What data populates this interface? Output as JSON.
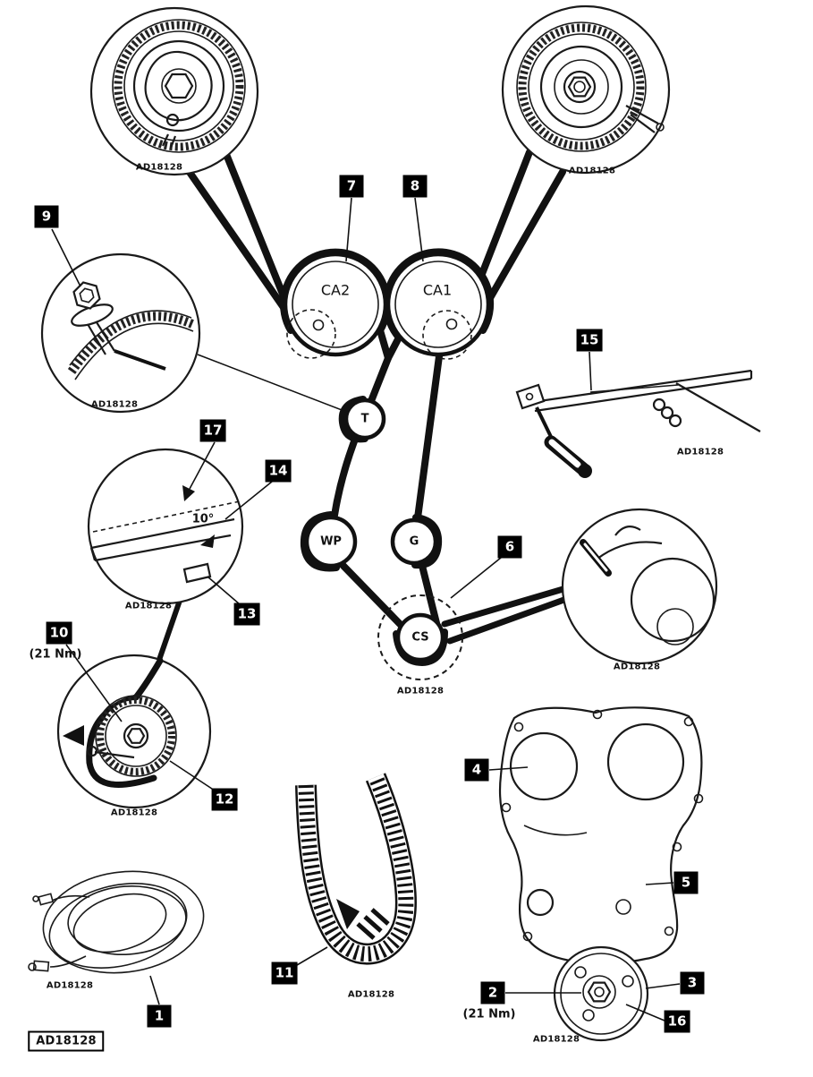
{
  "diagram": {
    "code": "AD18128",
    "angle_label": "10°",
    "torque_upper": "(21 Nm)",
    "torque_lower": "(21 Nm)",
    "pulley_labels": {
      "ca2": "CA2",
      "ca1": "CA1",
      "t": "T",
      "wp": "WP",
      "g": "G",
      "cs": "CS"
    },
    "callouts": {
      "1": "1",
      "2": "2",
      "3": "3",
      "4": "4",
      "5": "5",
      "6": "6",
      "7": "7",
      "8": "8",
      "9": "9",
      "10": "10",
      "11": "11",
      "12": "12",
      "13": "13",
      "14": "14",
      "15": "15",
      "16": "16",
      "17": "17"
    }
  }
}
